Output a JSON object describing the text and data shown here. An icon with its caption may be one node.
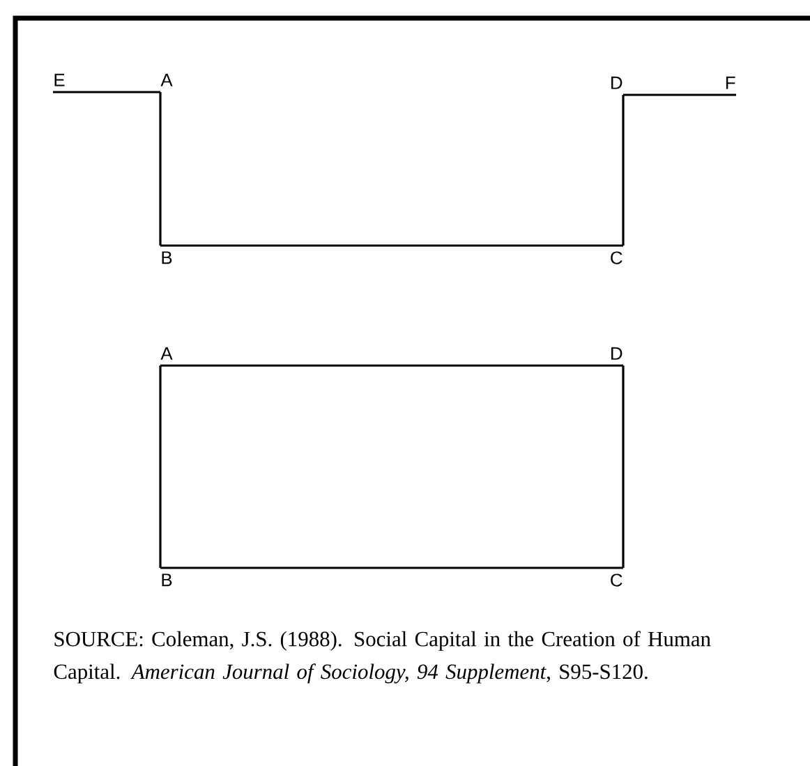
{
  "diagram": {
    "caption": "SOURCE: Coleman, J.S. (1988). Social Capital in the Creation of Human Capital. *American Journal of Sociology, 94 Supplement*, S95-S120.",
    "nodes": [
      {
        "text": [
          "E"
        ]
      },
      {
        "text": [
          "A"
        ]
      },
      {
        "text": [
          "B"
        ]
      },
      {
        "text": [
          "C"
        ]
      },
      {
        "text": [
          "D"
        ]
      },
      {
        "text": [
          "F"
        ]
      },
      {
        "text": [
          "A"
        ]
      },
      {
        "text": [
          "B"
        ]
      },
      {
        "text": [
          "C"
        ]
      },
      {
        "text": [
          "D"
        ]
      }
    ],
    "edges": [
      {
        "from": 0,
        "to": 1,
        "arrow": "none"
      },
      {
        "from": 1,
        "to": 2,
        "arrow": "none"
      },
      {
        "from": 2,
        "to": 3,
        "arrow": "none"
      },
      {
        "from": 3,
        "to": 4,
        "arrow": "none"
      },
      {
        "from": 4,
        "to": 5,
        "arrow": "none"
      },
      {
        "from": 6,
        "to": 7,
        "arrow": "none"
      },
      {
        "from": 7,
        "to": 8,
        "arrow": "none"
      },
      {
        "from": 8,
        "to": 9,
        "arrow": "none"
      },
      {
        "from": 9,
        "to": 6,
        "arrow": "none"
      }
    ]
  }
}
